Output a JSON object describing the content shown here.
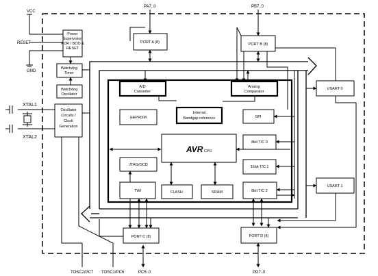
{
  "pins": {
    "vcc": "VCC",
    "reset": "RESET",
    "gnd": "GND",
    "xtal1": "XTAL1",
    "xtal2": "XTAL2",
    "pa": "PA7..0",
    "pb": "PB7..0",
    "pc": "PC5..0",
    "pd": "PD7..0",
    "tosc2": "TOSC2/PC7",
    "tosc1": "TOSC1/PC6"
  },
  "blocks": {
    "power": [
      "Power",
      "Supervision",
      "POR / BOD &",
      "RESET"
    ],
    "watchdog_timer": [
      "Watchdog",
      "Timer"
    ],
    "watchdog_osc": [
      "Watchdog",
      "Oscillator"
    ],
    "oscillator": [
      "Oscillator",
      "Circuits /",
      "Clock",
      "Generation"
    ],
    "port_a": "PORT A (8)",
    "port_b": "PORT B (8)",
    "port_c": "PORT C (8)",
    "port_d": "PORT D (8)",
    "adc": [
      "A/D",
      "Converter"
    ],
    "comparator": [
      "Analog",
      "Comparator"
    ],
    "bandgap": [
      "Internal",
      "Bandgap reference"
    ],
    "eeprom": "EEPROM",
    "spi": "SPI",
    "tc0": "8bit T/C 0",
    "tc1": "16bit T/C 1",
    "tc2": "8bit T/C 2",
    "usart0": "USART 0",
    "usart1": "USART 1",
    "jtag": "JTAG/OCD",
    "twi": "TWI",
    "flash": "FLASH",
    "sram": "SRAM",
    "cpu_logo": "AVR",
    "cpu_label": "CPU"
  },
  "colors": {
    "line": "#000000",
    "fill": "#ffffff"
  }
}
